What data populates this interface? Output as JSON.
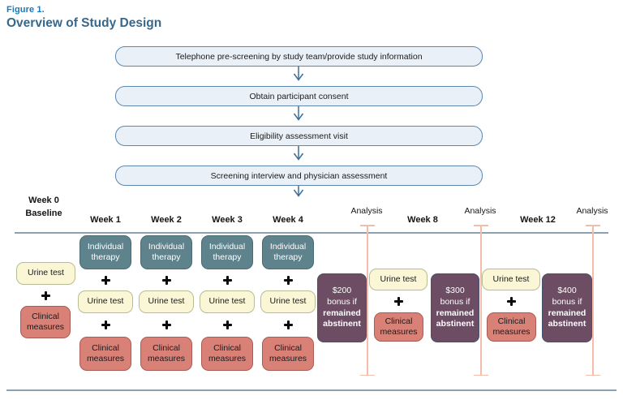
{
  "figure": {
    "label": "Figure 1.",
    "title": "Overview of Study Design"
  },
  "flow_steps": [
    "Telephone pre-screening by study team/provide study information",
    "Obtain participant consent",
    "Eligibility assessment visit",
    "Screening interview and physician assessment"
  ],
  "timeline_headers": {
    "week0_line1": "Week 0",
    "week0_line2": "Baseline",
    "week1": "Week 1",
    "week2": "Week 2",
    "week3": "Week 3",
    "week4": "Week 4",
    "week8": "Week 8",
    "week12": "Week 12",
    "analysis": "Analysis"
  },
  "node_labels": {
    "individual_therapy": "Individual therapy",
    "urine_test": "Urine test",
    "clinical_measures": "Clinical measures"
  },
  "bonuses": [
    {
      "amount": "$200",
      "condition": "bonus if",
      "emphasis": "remained abstinent"
    },
    {
      "amount": "$300",
      "condition": "bonus if",
      "emphasis": "remained abstinent"
    },
    {
      "amount": "$400",
      "condition": "bonus if",
      "emphasis": "remained abstinent"
    }
  ],
  "colors": {
    "figure_label": "#1c78bc",
    "figure_title": "#36688b",
    "flow_box_fill": "#e9f0f8",
    "flow_box_border": "#5d87ac",
    "arrow": "#3d6d97",
    "therapy_fill": "#5e838d",
    "urine_fill": "#fbf6d5",
    "clinical_fill": "#d98077",
    "bonus_fill": "#6c4d63",
    "analysis_line": "#f3bcab",
    "timeline_rule": "#8fa0ae"
  }
}
